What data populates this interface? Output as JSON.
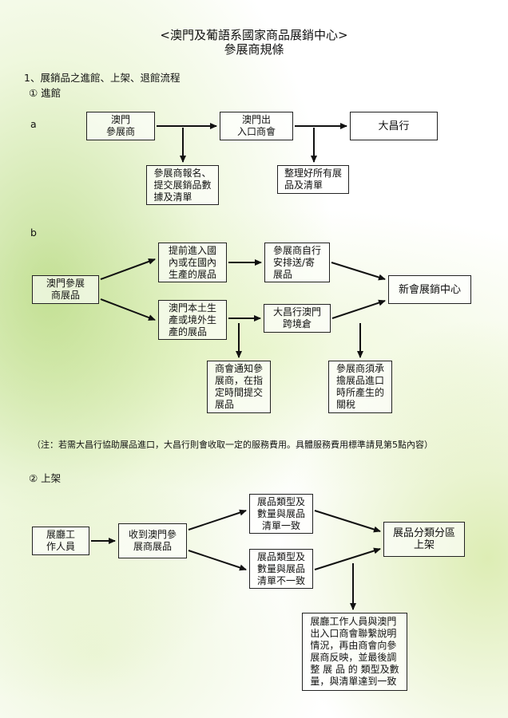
{
  "header": {
    "title_line1": "<澳門及葡語系國家商品展銷中心>",
    "title_line2": "參展商規條"
  },
  "section1": {
    "heading": "1、展銷品之進館、上架、退館流程",
    "sub1": "① 進館",
    "label_a": "a",
    "label_b": "b",
    "flow_a": {
      "box1": "澳門\n參展商",
      "box2": "澳門出\n入口商會",
      "box3": "大昌行",
      "box4": "參展商報名、\n提交展銷品數\n據及清單",
      "box5": "整理好所有展\n品及清單"
    },
    "flow_b": {
      "start": "澳門參展\n商展品",
      "upper1": "提前進入國\n內或在國內\n生產的展品",
      "upper2": "參展商自行\n安排送/寄\n展品",
      "lower1": "澳門本土生\n產或境外生\n產的展品",
      "lower2": "大昌行澳門\n跨境倉",
      "end": "新會展銷中心",
      "note1": "商會通知參\n展商，在指\n定時間提交\n展品",
      "note2": "參展商須承\n擔展品進口\n時所產生的\n關稅"
    },
    "footnote": "（注：若需大昌行協助展品進口，大昌行則會收取一定的服務費用。具體服務費用標準請見第5點內容）"
  },
  "section2": {
    "sub2": "② 上架",
    "start": "展廳工\n作人員",
    "receive": "收到澳門參\n展商展品",
    "match": "展品類型及\n數量與展品\n清單一致",
    "mismatch": "展品類型及\n數量與展品\n清單不一致",
    "shelve": "展品分類分區\n上架",
    "resolve": "展廳工作人員與澳門\n出入口商會聯繫說明\n情況，再由商會向參\n展商反映，並最後調\n整 展 品 的 類型及數\n量，與清單達到一致"
  }
}
